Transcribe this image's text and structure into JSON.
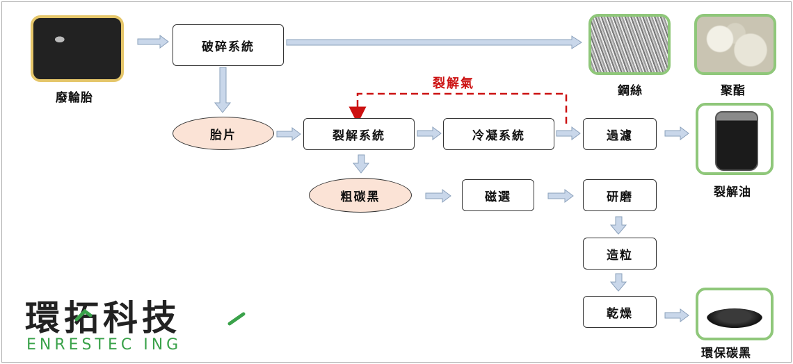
{
  "nodes": {
    "crushing": "破碎系統",
    "chips": "胎片",
    "pyrolysis": "裂解系統",
    "condensing": "冷凝系統",
    "filtering": "過濾",
    "crude_carbon": "粗碳黑",
    "magnetic": "磁選",
    "grinding": "研磨",
    "pelletizing": "造粒",
    "drying": "乾燥"
  },
  "gas_label": "裂解氣",
  "products": {
    "waste_tire": "廢輪胎",
    "steel_wire": "鋼絲",
    "polyester": "聚酯",
    "pyrolysis_oil": "裂解油",
    "green_carbon_black": "環保碳黑"
  },
  "logo": {
    "chinese": "環拓科技",
    "english": "ENRESTEC  ING",
    "accent_color": "#3aa24a"
  },
  "colors": {
    "ellipse_fill": "#fbe3d6",
    "arrow_fill": "#c9d7ea",
    "gas_line": "#cc1111",
    "frame_green": "#8fc77a",
    "frame_gold": "#e5c66a"
  }
}
